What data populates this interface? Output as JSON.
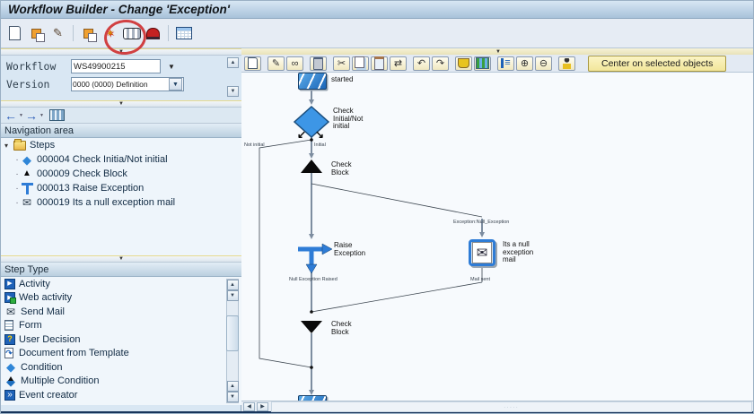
{
  "title": "Workflow Builder - Change 'Exception'",
  "colors": {
    "accent_blue": "#3d96e6",
    "annotation_red": "#cc2222",
    "toolbar_yellow": "#f8f0b0"
  },
  "glyphs": {
    "pencil": "✎",
    "cut": "✂",
    "mail": "✉",
    "undo": "↶",
    "redo": "↷",
    "transport": "⇄",
    "zoom_in": "⊕",
    "zoom_out": "⊖",
    "back": "←",
    "forward": "→",
    "diamond": "◆",
    "tri_up": "▲",
    "tri_down": "▼",
    "caret_open": "▾",
    "dot": "·",
    "wand": "✶",
    "play": "▶",
    "question": "?",
    "glasses": "∞",
    "outline": "≡",
    "chevrons": "»",
    "sw_arrow": "↙",
    "se_arrow": "↘"
  },
  "main_toolbar": {
    "icon_names": [
      "new",
      "copy",
      "edit",
      "object-links",
      "syntax-check",
      "test",
      "activate",
      "table-view"
    ]
  },
  "left": {
    "workflow_label": "Workflow",
    "workflow_value": "WS49900215",
    "version_label": "Version",
    "version_value": "0000 (0000) Definition",
    "nav_header": "Navigation area",
    "tree_root": "Steps",
    "tree_items": [
      {
        "icon": "condition-icon",
        "label": "000004 Check Initia/Not initial"
      },
      {
        "icon": "block-icon",
        "label": "000009 Check Block"
      },
      {
        "icon": "process-control-icon",
        "label": "000013 Raise Exception"
      },
      {
        "icon": "send-mail-icon",
        "label": "000019 Its a null exception mail"
      }
    ],
    "step_type_header": "Step Type",
    "step_types": [
      {
        "icon": "activity-icon",
        "label": "Activity"
      },
      {
        "icon": "web-activity-icon",
        "label": "Web activity"
      },
      {
        "icon": "send-mail-icon",
        "label": "Send Mail"
      },
      {
        "icon": "form-icon",
        "label": "Form"
      },
      {
        "icon": "user-decision-icon",
        "label": "User Decision"
      },
      {
        "icon": "document-template-icon",
        "label": "Document from Template"
      },
      {
        "icon": "condition-icon",
        "label": "Condition"
      },
      {
        "icon": "multiple-condition-icon",
        "label": "Multiple Condition"
      },
      {
        "icon": "event-creator-icon",
        "label": "Event creator"
      }
    ]
  },
  "diagram": {
    "toolbar_icon_names": [
      "new",
      "edit",
      "display",
      "delete",
      "cut",
      "copy",
      "paste",
      "move",
      "undo",
      "redo",
      "highlight",
      "align-grid",
      "outline",
      "zoom-in",
      "zoom-out",
      "user-view"
    ],
    "center_button": "Center on selected objects",
    "nodes": {
      "started": "started",
      "condition": "Check\nInitial/Not\ninitial",
      "check_block_top": "Check\nBlock",
      "raise_exception": "Raise\nException",
      "mail": "Its a null\nexception\nmail",
      "check_block_bottom": "Check\nBlock"
    },
    "edge_labels": {
      "not_initial": "Not initial",
      "initial": "Initial",
      "exception": "Exception:Null_Exception",
      "raised": "Null Exception Raised",
      "mail_sent": "Mail sent"
    }
  }
}
